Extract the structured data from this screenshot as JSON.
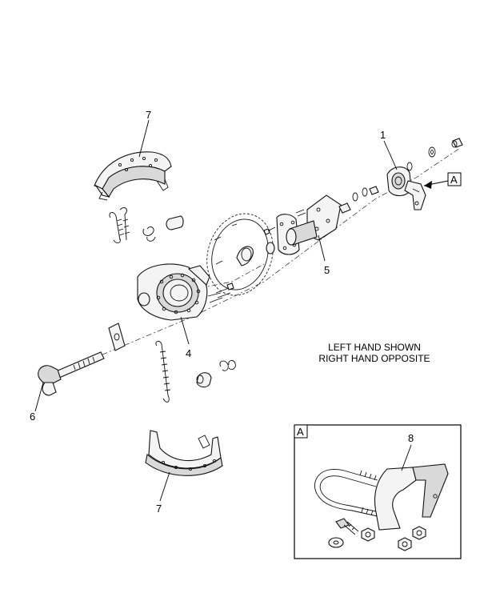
{
  "callouts": {
    "c1": "1",
    "c4": "4",
    "c5": "5",
    "c6": "6",
    "c7_top": "7",
    "c7_bottom": "7",
    "c8": "8"
  },
  "view_tags": {
    "main": "A",
    "detail": "A"
  },
  "note": {
    "line1": "LEFT HAND SHOWN",
    "line2": "RIGHT HAND OPPOSITE"
  }
}
